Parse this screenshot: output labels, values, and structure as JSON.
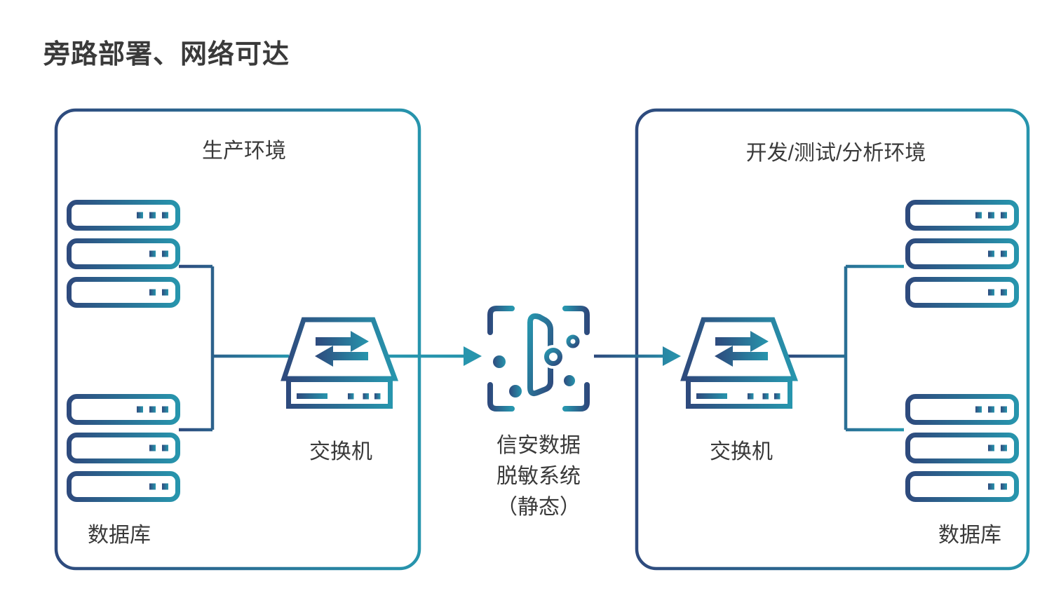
{
  "page": {
    "title": "旁路部署、网络可达"
  },
  "colors": {
    "navy": "#2e4a7d",
    "teal": "#2795ad",
    "ink": "#3a3a3a",
    "background": "#ffffff"
  },
  "production": {
    "title": "生产环境",
    "switch_label": "交换机",
    "database_label": "数据库",
    "servers": [
      {
        "dots": 3
      },
      {
        "dots": 2
      },
      {
        "dots": 2
      },
      {
        "dots": 3
      },
      {
        "dots": 2
      },
      {
        "dots": 2
      }
    ]
  },
  "masking_system": {
    "label_line1": "信安数据",
    "label_line2": "脱敏系统",
    "label_line3": "（静态）"
  },
  "target": {
    "title": "开发/测试/分析环境",
    "switch_label": "交换机",
    "database_label": "数据库",
    "servers": [
      {
        "dots": 3
      },
      {
        "dots": 2
      },
      {
        "dots": 2
      },
      {
        "dots": 3
      },
      {
        "dots": 2
      },
      {
        "dots": 2
      }
    ]
  },
  "icons": {
    "server": "server-icon",
    "switch": "switch-icon",
    "masking": "data-masking-icon",
    "flow_arrow": "flow-arrow-icon"
  }
}
